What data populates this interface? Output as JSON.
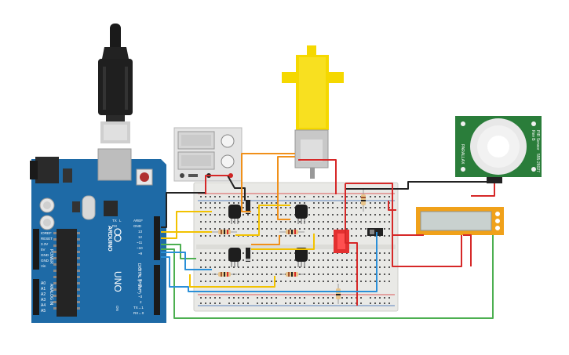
{
  "arduino": {
    "brand": "ARDUINO",
    "model": "UNO",
    "power_header": "POWER",
    "analog_header": "ANALOG IN",
    "digital_header": "DIGITAL (PWM~)",
    "on_label": "ON",
    "power_pins": [
      "IOREF",
      "RESET",
      "3.3V",
      "5V",
      "GND",
      "GND",
      "Vin"
    ],
    "analog_pins": [
      "A0",
      "A1",
      "A2",
      "A3",
      "A4",
      "A5"
    ],
    "top_pins": [
      "AREF",
      "GND",
      "13",
      "12",
      "~11",
      "~10",
      "~9"
    ],
    "bottom_pins": [
      "8",
      "7",
      "~6",
      "~5",
      "4",
      "~3",
      "2",
      "TX→1",
      "RX←0"
    ],
    "tx_label": "TX",
    "rx_label": "RX",
    "l_label": "L"
  },
  "pir": {
    "line1": "PIR Sensor",
    "line2": "Rev B",
    "side_text": "555-28027",
    "brand_text": "PARALLAX"
  },
  "colors": {
    "board_blue": "#1e6aa6",
    "breadboard": "#e9e9e6",
    "wire_red": "#d62828",
    "wire_black": "#222222",
    "wire_yellow": "#f2c200",
    "wire_orange": "#f0901a",
    "wire_green": "#4caf50",
    "wire_blue": "#2a8fd8",
    "motor_yellow": "#f5d800",
    "pir_green": "#2a7d3a",
    "lcd_orange": "#f0a11a"
  }
}
